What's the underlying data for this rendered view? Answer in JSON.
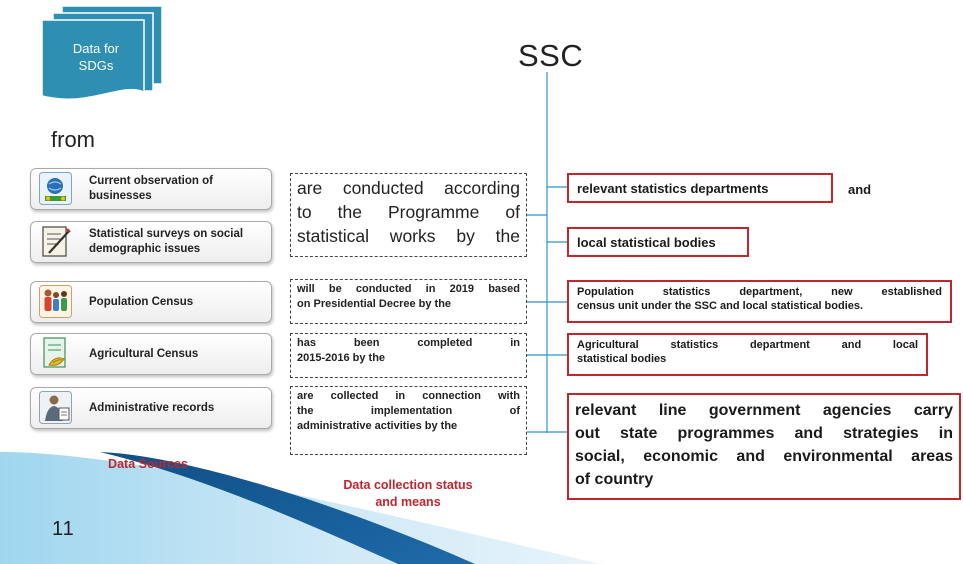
{
  "badge": {
    "line1": "Data for",
    "line2": "SDGs"
  },
  "from_label": "from",
  "org_title": "SSC",
  "sources": [
    {
      "label": "Current observation of businesses",
      "icon": "business-globe-icon"
    },
    {
      "label": "Statistical surveys on social demographic issues",
      "icon": "clipboard-survey-icon"
    },
    {
      "label": "Population Census",
      "icon": "people-icon"
    },
    {
      "label": "Agricultural Census",
      "icon": "agriculture-document-icon"
    },
    {
      "label": "Administrative records",
      "icon": "administrator-icon"
    }
  ],
  "statements": {
    "main": [
      "are conducted according",
      "to the Programme of",
      "statistical works by the"
    ],
    "population": [
      "will be conducted in 2019 based",
      "on Presidential Decree by the"
    ],
    "agricultural": [
      "has been completed in",
      "2015-2016 by the"
    ],
    "administrative": [
      "are collected in connection with",
      "the implementation of",
      "administrative activities by the"
    ]
  },
  "bodies": {
    "relevant_departments": "relevant statistics departments",
    "and": "and",
    "local_bodies": "local statistical bodies",
    "population": [
      "Population statistics department, new established",
      "census unit under the SSC and local statistical bodies."
    ],
    "agricultural": [
      "Agricultural statistics department and local",
      "statistical bodies"
    ],
    "line_agencies": [
      "relevant line government  agencies carry",
      "out state programmes and strategies in",
      "social, economic and environmental areas",
      "of country"
    ]
  },
  "captions": {
    "sources": "Data  Sources",
    "means_line1": "Data collection status",
    "means_line2": "and means"
  },
  "page_number": "11",
  "colors": {
    "accent_red": "#c0262d",
    "teal": "#2e8fb2",
    "connector": "#2e95c4"
  }
}
